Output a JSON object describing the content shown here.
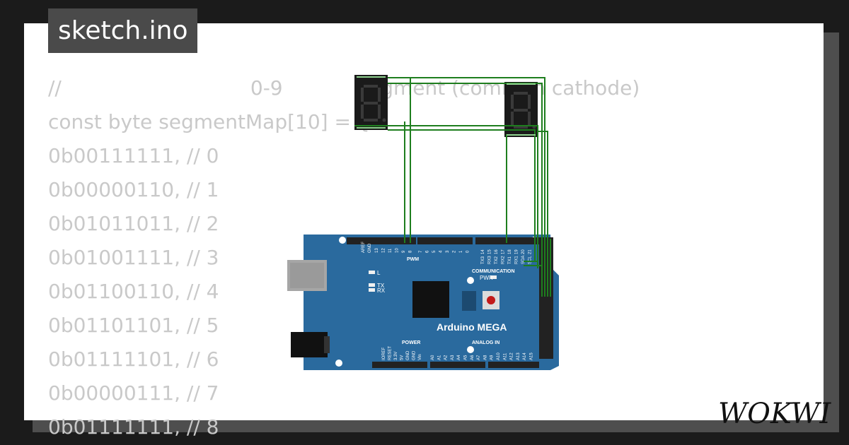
{
  "filename": "sketch.ino",
  "code_lines": [
    "//                              0-9            segment (common cathode)",
    "const byte segmentMap[10] = {",
    "0b00111111, // 0",
    "0b00000110, // 1",
    "0b01011011, // 2",
    "0b01001111, // 3",
    "0b01100110, // 4",
    "0b01101101, // 5",
    "0b01111101, // 6",
    "0b00000111, // 7",
    "0b01111111, // 8"
  ],
  "board": {
    "name": "Arduino MEGA",
    "labels": {
      "pwm": "PWM",
      "communication": "COMMUNICATION",
      "power": "POWER",
      "analog_in": "ANALOG IN",
      "pwr": "PWR",
      "led_l": "L",
      "led_tx": "TX",
      "led_rx": "RX",
      "aref": "AREF",
      "gnd": "GND"
    },
    "top_pins_left": [
      "13",
      "12",
      "11",
      "10",
      "9",
      "8"
    ],
    "top_pins_mid": [
      "7",
      "6",
      "5",
      "4",
      "3",
      "2",
      "1",
      "0"
    ],
    "top_pins_comm": [
      "14",
      "15",
      "16",
      "17",
      "18",
      "19",
      "20",
      "21"
    ],
    "comm_labels": [
      "TX3",
      "RX3",
      "TX2",
      "RX2",
      "TX1",
      "RX1",
      "SDA",
      "SCL"
    ],
    "power_pins": [
      "IOREF",
      "RESET",
      "3.3V",
      "5V",
      "GND",
      "GND",
      "Vin"
    ],
    "analog_pins": [
      "A0",
      "A1",
      "A2",
      "A3",
      "A4",
      "A5",
      "A6",
      "A7",
      "A8",
      "A9",
      "A10",
      "A11",
      "A12",
      "A13",
      "A14",
      "A15"
    ],
    "colors": {
      "pcb": "#2a6a9e",
      "wire": "#1e7e1e"
    }
  },
  "brand": "WOKWI"
}
